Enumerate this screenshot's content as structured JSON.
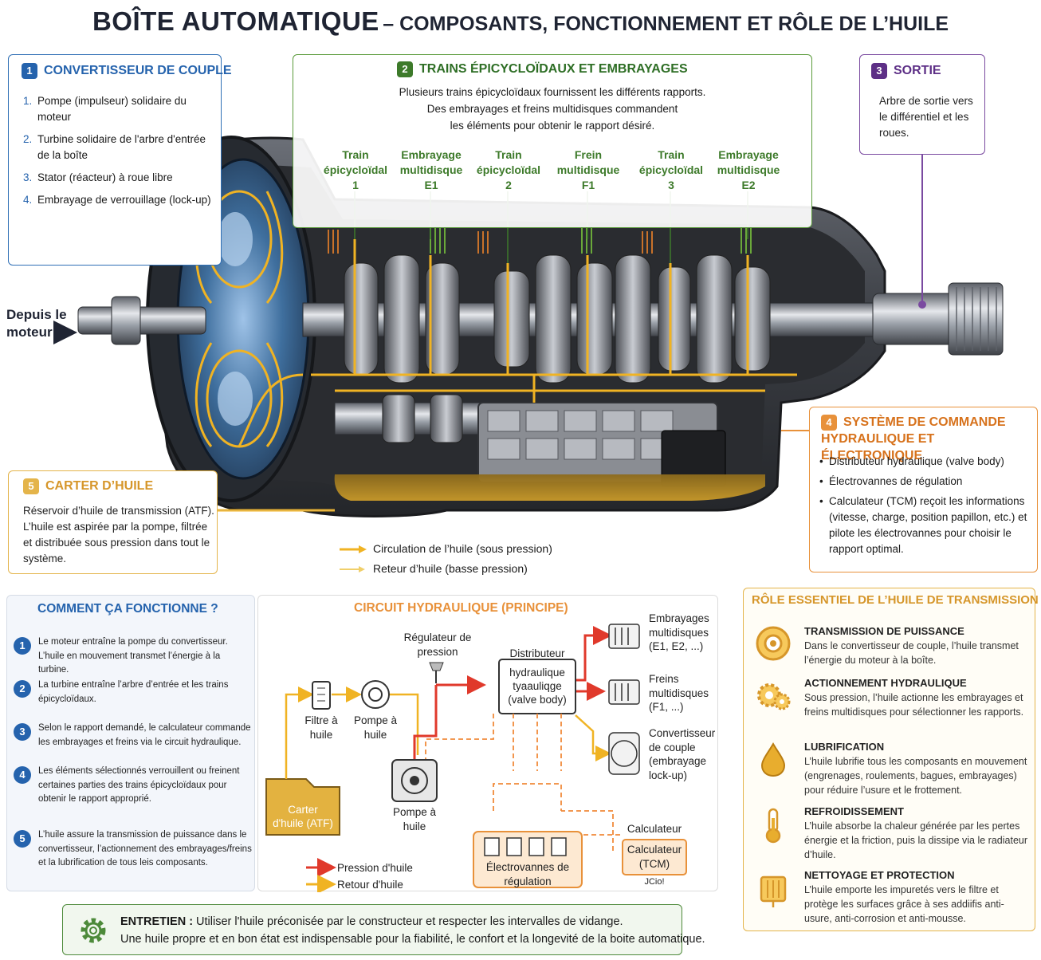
{
  "title": {
    "main": "BOÎTE AUTOMATIQUE",
    "sub": "– COMPOSANTS, FONCTIONNEMENT ET RÔLE DE L’HUILE"
  },
  "colors": {
    "blue": "#2563ad",
    "green": "#3d7a2a",
    "purple": "#5d2f86",
    "orange": "#e8913a",
    "gold": "#d6962a",
    "oil": "#f0b323",
    "pressure": "#e0392b"
  },
  "converter": {
    "badge": "1",
    "title": "CONVERTISSEUR DE COUPLE",
    "items": [
      {
        "n": "1.",
        "bold": "Pompe",
        "text": " (impulseur) solidaire du moteur"
      },
      {
        "n": "2.",
        "bold": "Turbine",
        "text": " solidaire de l'arbre d'entrée de la boîte"
      },
      {
        "n": "3.",
        "bold": "Stator",
        "text": " (réacteur) à roue libre"
      },
      {
        "n": "4.",
        "bold": "Embrayage",
        "text": " de verrouillage (lock-up)"
      }
    ]
  },
  "gears": {
    "badge": "2",
    "title": "TRAINS ÉPICYCLOÏDAUX ET EMBRAYAGES",
    "desc": [
      "Plusieurs trains épicycloïdaux fournissent les différents rapports.",
      "Des embrayages et freins multidisques commandent",
      "les éléments pour obtenir le rapport désiré."
    ],
    "labels": [
      {
        "l1": "Train",
        "l2": "épicycloïdal",
        "l3": "1"
      },
      {
        "l1": "Embrayage",
        "l2": "multidisque",
        "l3": "E1"
      },
      {
        "l1": "Train",
        "l2": "épicycloïdal",
        "l3": "2"
      },
      {
        "l1": "Frein",
        "l2": "multidisque",
        "l3": "F1"
      },
      {
        "l1": "Train",
        "l2": "épicycloïdal",
        "l3": "3"
      },
      {
        "l1": "Embrayage",
        "l2": "multidisque",
        "l3": "E2"
      }
    ]
  },
  "output": {
    "badge": "3",
    "title": "SORTIE",
    "text": "Arbre de sortie vers le différentiel et les roues."
  },
  "control": {
    "badge": "4",
    "title": "SYSTÈME DE COMMANDE HYDRAULIQUE ET ÉLECTRONIQUE",
    "items": [
      {
        "bold": "Distributeur hydraulique",
        "text": " (valve body)"
      },
      {
        "bold": "Électrovannes de régulation",
        "text": ""
      },
      {
        "bold": "Calculateur",
        "text": " (TCM) reçoit les informations (vitesse, charge, position papillon, etc.) et pilote les électrovannes pour choisir le rapport optimal."
      }
    ]
  },
  "sump": {
    "badge": "5",
    "title": "CARTER D’HUILE",
    "text": "Réservoir d’huile de transmission (ATF). L’huile est aspirée par la pompe, filtrée et distribuée sous pression dans tout le système."
  },
  "motor_input": {
    "line1": "Depuis le",
    "line2": "moteur"
  },
  "legend": {
    "pressure": "Circulation de l’huile (sous pression)",
    "return": "Reteur d’huile (basse pression)"
  },
  "how": {
    "title": "COMMENT ÇA FONCTIONNE ?",
    "steps": [
      {
        "n": "1",
        "text": "Le moteur entraîne la pompe du convertisseur. L’huile en mouvement transmet l’énergie à la turbine."
      },
      {
        "n": "2",
        "text": "La turbine entraîne l’arbre d’entrée et les trains épicycloïdaux."
      },
      {
        "n": "3",
        "text": "Selon le rapport demandé, le calculateur commande les embrayages et freins via le circuit hydraulique."
      },
      {
        "n": "4",
        "text": "Les éléments sélectionnés verrouillent ou freinent certaines parties des trains épicycloïdaux pour obtenir le rapport approprié."
      },
      {
        "n": "5",
        "text": "L’huile assure la transmission de puissance dans le convertisseur, l’actionnement des embrayages/freins et la lubrification de tous leis composants."
      }
    ]
  },
  "circuit": {
    "title": "CIRCUIT HYDRAULIQUE (PRINCIPE)",
    "regulator": "Régulateur de pression",
    "filter": "Filtre à huile",
    "pump_top": "Pompe à huile",
    "distributor_label": "Distributeur",
    "distributor_box": [
      "hydraulique",
      "tyaauliqge",
      "(valve body)"
    ],
    "sump": [
      "Carter",
      "d'huile (ATF)"
    ],
    "pump_bottom": "Pompe à huile",
    "solenoids": "Électrovannes de régulation",
    "ecu_label": "Calculateur",
    "ecu_box": "Calculateur (TCM)",
    "ecu_tag": "JCio!",
    "clutches": "Embrayages multidisques (E1, E2, ...)",
    "brakes": "Freins multidisques (F1, ...)",
    "converter": "Convertisseur de couple (embrayage lock-up)",
    "legend_pressure": "Pression d'huile",
    "legend_return": "Retour d'huile"
  },
  "role": {
    "title": "RÔLE ESSENTIEL DE L’HUILE DE TRANSMISSION (ATF)",
    "items": [
      {
        "icon": "power-transmission-icon",
        "h": "TRANSMISSION DE PUISSANCE",
        "d": "Dans le convertisseur de couple, l’huile transmet l’énergie du moteur à la boîte."
      },
      {
        "icon": "gears-icon",
        "h": "ACTIONNEMENT HYDRAULIQUE",
        "d": "Sous pression, l’huile actionne les embrayages et freins multidisques pour sélectionner les rapports."
      },
      {
        "icon": "oil-drop-icon",
        "h": "LUBRIFICATION",
        "d": "L’huile lubrifie tous les composants en mouvement (engrenages, roulements, bagues, embrayages) pour réduire l’usure et le frottement."
      },
      {
        "icon": "thermometer-icon",
        "h": "REFROIDISSEMENT",
        "d": "L’huile absorbe la chaleur générée par les pertes énergie et la friction, puis la dissipe via le radiateur d’huile."
      },
      {
        "icon": "filter-icon",
        "h": "NETTOYAGE ET PROTECTION",
        "d": "L’huile emporte les impuretés vers le filtre et protège les surfaces grâce à ses addiifis anti-usure, anti-corrosion et anti-mousse."
      }
    ]
  },
  "maintenance": {
    "label": "ENTRETIEN :",
    "line1": " Utiliser l'huile préconisée par le constructeur et respecter les intervalles de vidange.",
    "line2": "Une huile propre et en bon état est indispensable pour la fiabilité, le confort et la longevité de la boite automatique."
  }
}
